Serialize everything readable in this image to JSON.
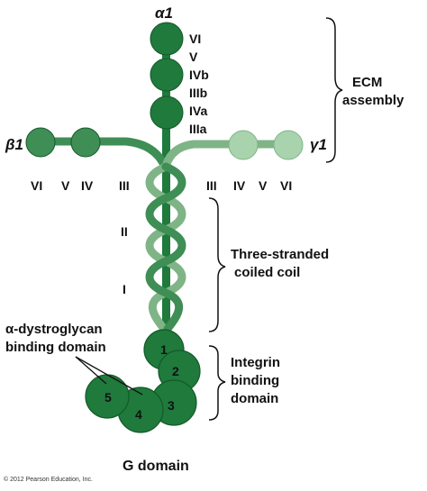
{
  "colors": {
    "alpha": "#1f7a3c",
    "alpha_dark": "#14592a",
    "beta": "#3e8e55",
    "gamma": "#a8d3ad",
    "gamma_dark": "#7fb487",
    "text": "#111111"
  },
  "chains": {
    "alpha": "α1",
    "beta": "β1",
    "gamma": "γ1"
  },
  "alpha_domains": [
    "VI",
    "V",
    "IVb",
    "IIIb",
    "IVa",
    "IIIa"
  ],
  "beta_domains": [
    "VI",
    "V",
    "IV",
    "III"
  ],
  "gamma_domains": [
    "III",
    "IV",
    "V",
    "VI"
  ],
  "coil_domains": [
    "II",
    "I"
  ],
  "g_subdomains": [
    "1",
    "2",
    "3",
    "4",
    "5"
  ],
  "side_labels": {
    "ecm": [
      "ECM",
      "assembly"
    ],
    "coil": [
      "Three-stranded",
      "coiled coil"
    ],
    "integrin": [
      "Integrin",
      "binding",
      "domain"
    ]
  },
  "dystroglycan": [
    "α-dystroglycan",
    "binding domain"
  ],
  "g_domain_title": "G domain",
  "copyright": "© 2012 Pearson Education, Inc."
}
